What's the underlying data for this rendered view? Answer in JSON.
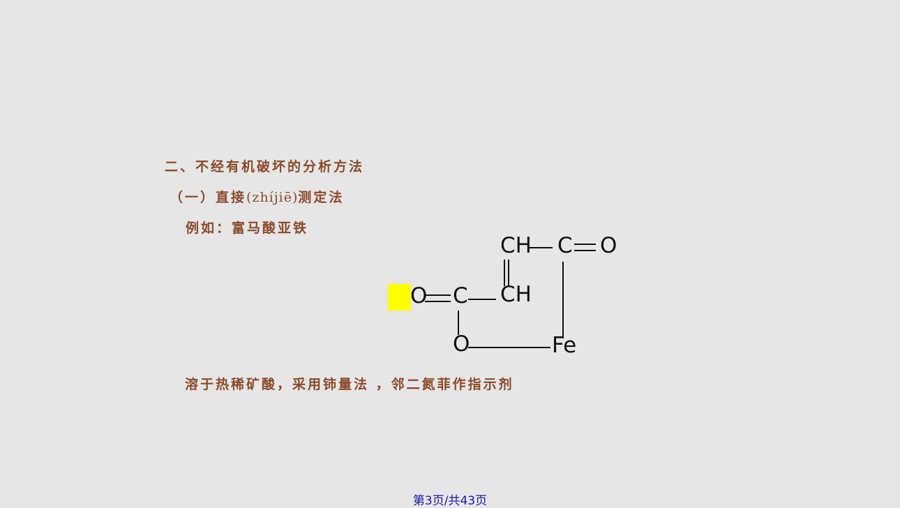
{
  "slide": {
    "heading": "二、不经有机破坏的分析方法",
    "subheading_before": "（一）直接",
    "subheading_pinyin": "(zhíjiē)",
    "subheading_after": "测定法",
    "example": "例如：富马酸亚铁",
    "note": "溶于热稀矿酸，采用铈量法 ，邻二氮菲作指示剂"
  },
  "structure": {
    "atoms": {
      "ch_top": "CH",
      "c_top": "C",
      "o_top": "O",
      "o_left": "O",
      "c_left": "C",
      "ch_mid": "CH",
      "o_bottom": "O",
      "fe": "Fe"
    },
    "highlight_color": "#ffff00"
  },
  "footer": {
    "page_text": "第3页/共43页"
  }
}
